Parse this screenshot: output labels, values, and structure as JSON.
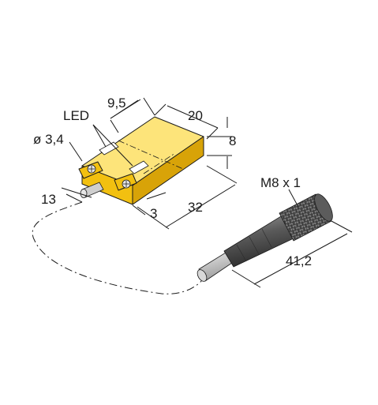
{
  "labels": {
    "led": "LED",
    "dia": "ø 3,4",
    "w95": "9,5",
    "w20": "20",
    "h8": "8",
    "d13": "13",
    "d3": "3",
    "l32": "32",
    "conn": "M8 x 1",
    "l412": "41,2"
  },
  "colors": {
    "body_front": "#f2c010",
    "body_top": "#fde47a",
    "body_side": "#d8a308",
    "cable": "#c9c9c9",
    "connector_dark": "#4a4a4a",
    "connector_mid": "#8a8a8a",
    "line": "#1a1a1a"
  }
}
